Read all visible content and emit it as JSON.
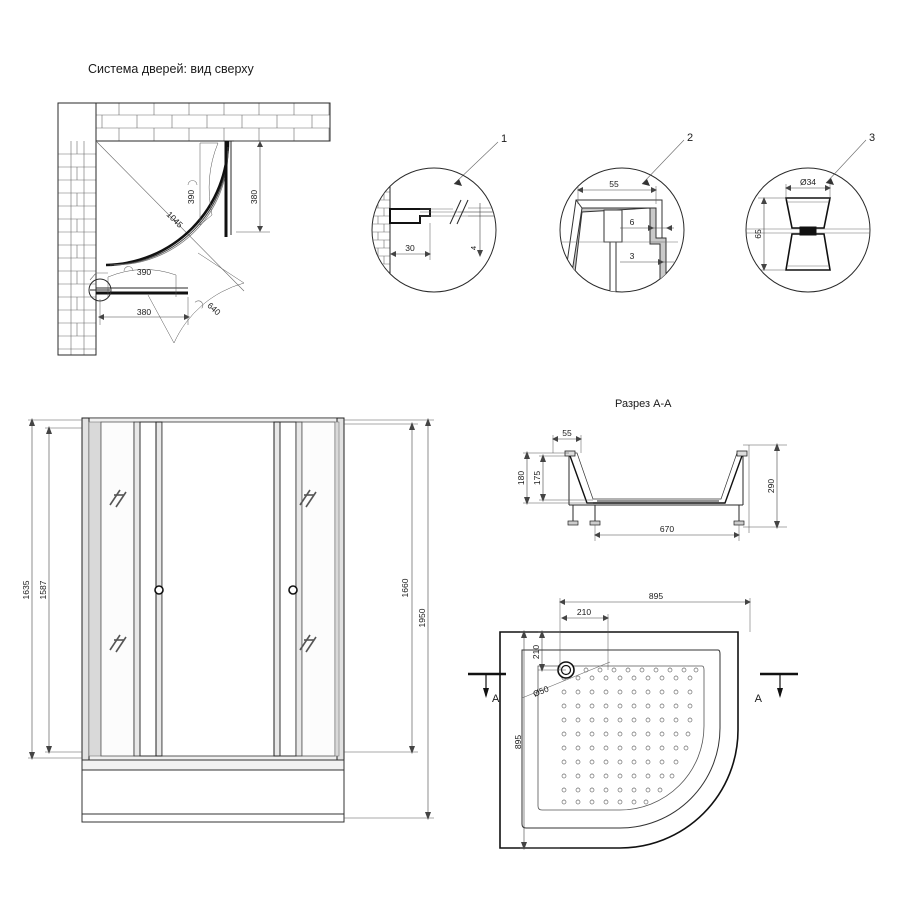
{
  "sheet": {
    "title_top_view": "Система дверей: вид сверху",
    "title_section_aa": "Разрез A-A"
  },
  "top_view": {
    "name": "door-system-top-view",
    "dimensions": {
      "diagonal": "1045",
      "arc_upper": "390",
      "vertical_offset": "380",
      "arc_lower": "390",
      "horizontal_offset": "380",
      "arc_swing": "640"
    }
  },
  "details": {
    "callouts": [
      {
        "id": "1",
        "label": "1",
        "dims": [
          "30",
          "4"
        ]
      },
      {
        "id": "2",
        "label": "2",
        "dims": [
          "55",
          "6",
          "3"
        ]
      },
      {
        "id": "3",
        "label": "3",
        "dims": [
          "Ø34",
          "65"
        ]
      }
    ],
    "detail1": {
      "wall_to_profile": "30",
      "glass_thickness": "4"
    },
    "detail2": {
      "width": "55",
      "upper_gap": "6",
      "lower_gap": "3"
    },
    "detail3": {
      "diameter": "Ø34",
      "height": "65"
    }
  },
  "front_elevation": {
    "name": "front-elevation",
    "left_dims": {
      "outer": "1635",
      "inner": "1587"
    },
    "right_dims": {
      "upper": "1660",
      "total": "1950"
    },
    "panels": 4,
    "handles": 2
  },
  "section_aa": {
    "name": "section-a-a",
    "dims": {
      "top_width": "55",
      "height_outer": "180",
      "height_inner": "175",
      "right_height": "290",
      "bottom_width": "670"
    }
  },
  "tray_plan": {
    "name": "shower-tray-plan",
    "dims": {
      "width": "895",
      "depth": "895",
      "drain_x": "210",
      "drain_y": "210",
      "drain_diameter": "Ø50"
    },
    "section_marks": {
      "left": "A",
      "right": "A"
    }
  }
}
